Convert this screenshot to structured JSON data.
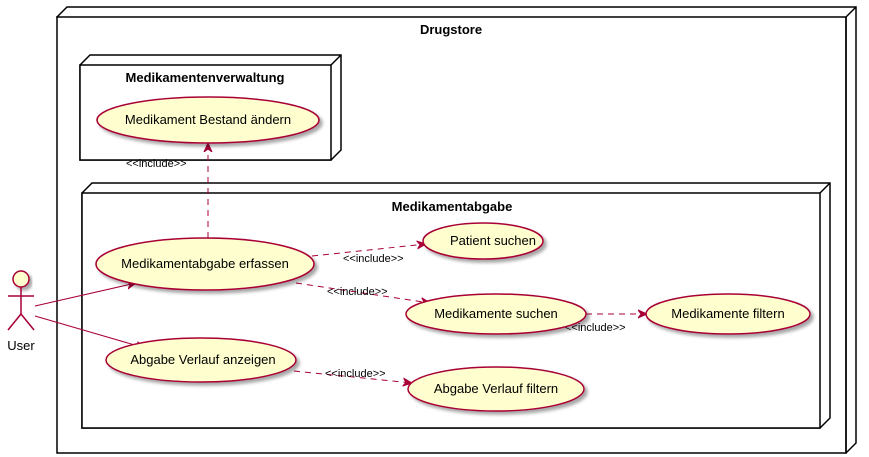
{
  "diagram": {
    "containers": {
      "drugstore": "Drugstore",
      "verwaltung": "Medikamentenverwaltung",
      "abgabe": "Medikamentabgabe"
    },
    "actor": {
      "label": "User"
    },
    "use_cases": {
      "bestand_aendern": "Medikament Bestand ändern",
      "abgabe_erfassen": "Medikamentabgabe erfassen",
      "patient_suchen": "Patient suchen",
      "medikamente_suchen": "Medikamente suchen",
      "medikamente_filtern": "Medikamente filtern",
      "verlauf_anzeigen": "Abgabe Verlauf anzeigen",
      "verlauf_filtern": "Abgabe Verlauf filtern"
    },
    "relations": {
      "include_bestand": "<<include>>",
      "include_patient": "<<include>>",
      "include_med_suchen": "<<include>>",
      "include_med_filtern": "<<include>>",
      "include_verlauf": "<<include>>"
    },
    "colors": {
      "usecase_fill": "#FEFECE",
      "line": "#A80036",
      "container_stroke": "#000000"
    }
  }
}
